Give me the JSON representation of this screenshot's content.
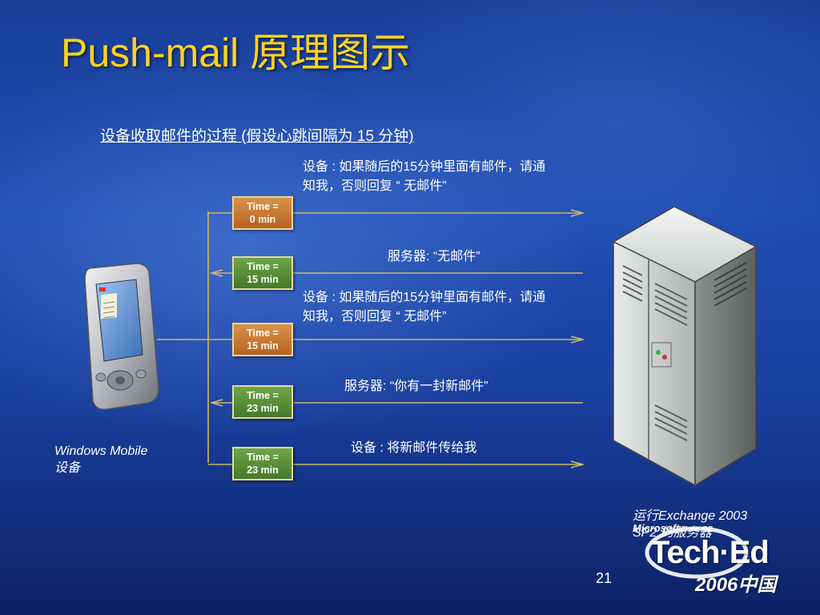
{
  "slide": {
    "title": "Push-mail 原理图示",
    "subtitle": "设备收取邮件的过程 (假设心跳间隔为 15 分钟)",
    "page_number": "21"
  },
  "timeline": [
    {
      "label_line1": "Time =",
      "label_line2": "0 min",
      "color": "orange",
      "direction": "to-server"
    },
    {
      "label_line1": "Time =",
      "label_line2": "15 min",
      "color": "green",
      "direction": "to-device"
    },
    {
      "label_line1": "Time =",
      "label_line2": "15 min",
      "color": "orange",
      "direction": "to-server"
    },
    {
      "label_line1": "Time =",
      "label_line2": "23 min",
      "color": "green",
      "direction": "to-device"
    },
    {
      "label_line1": "Time =",
      "label_line2": "23 min",
      "color": "green",
      "direction": "to-server"
    }
  ],
  "messages": {
    "device_request_1_line1": "设备 : 如果随后的15分钟里面有邮件，请通",
    "device_request_1_line2": "知我，否则回复 “ 无邮件”",
    "server_reply_1": "服务器: “无邮件”",
    "device_request_2_line1": "设备 : 如果随后的15分钟里面有邮件，请通",
    "device_request_2_line2": "知我，否则回复 “ 无邮件”",
    "server_reply_2": "服务器: “你有一封新邮件”",
    "device_request_3": "设备 : 将新邮件传给我"
  },
  "device": {
    "label_line1": "Windows Mobile",
    "label_line2": "设备",
    "icon": "pda-device-icon"
  },
  "server": {
    "label_line1": "运行Exchange 2003",
    "label_line2": "SP2 的服务器",
    "icon": "server-tower-icon"
  },
  "logo": {
    "brand": "Microsoft",
    "name": "Tech·Ed",
    "edition": "2006中国"
  },
  "colors": {
    "title": "#ffd21e",
    "arrow": "#c8b86a",
    "box_orange": "#c97a35",
    "box_green": "#5a9238"
  }
}
